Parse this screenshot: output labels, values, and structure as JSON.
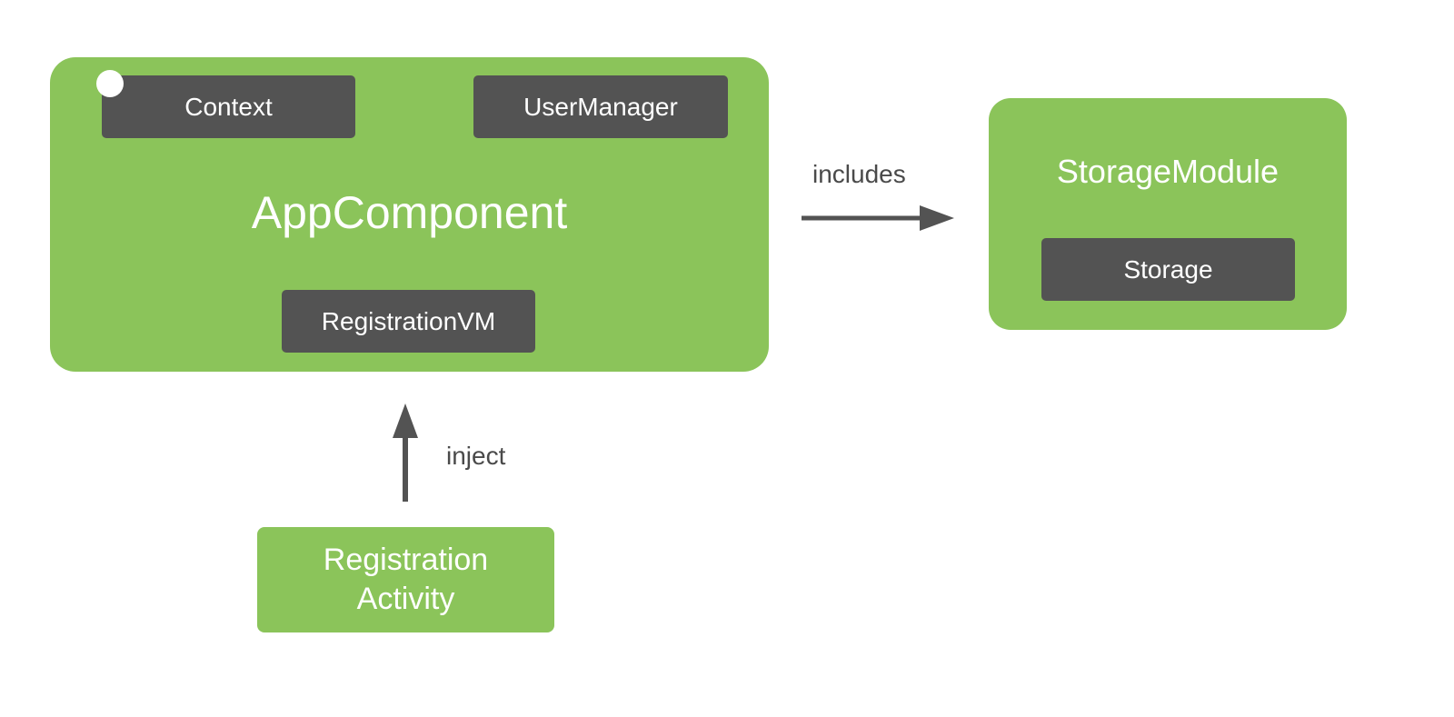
{
  "app_component": {
    "title": "AppComponent",
    "chips": {
      "context": "Context",
      "user_manager": "UserManager",
      "registration_vm": "RegistrationVM"
    }
  },
  "storage_module": {
    "title": "StorageModule",
    "chips": {
      "storage": "Storage"
    }
  },
  "registration_activity": {
    "line1": "Registration",
    "line2": "Activity"
  },
  "edges": {
    "includes": "includes",
    "inject": "inject"
  },
  "colors": {
    "container_green": "#8bc45a",
    "chip_gray": "#535353",
    "arrow_gray": "#535353",
    "text_white": "#ffffff"
  }
}
